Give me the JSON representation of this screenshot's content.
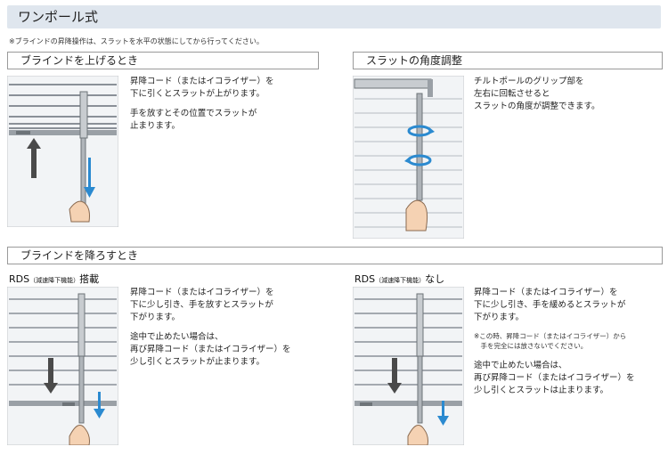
{
  "header": {
    "title": "ワンポール式"
  },
  "note": "※ブラインドの昇降操作は、スラットを水平の状態にしてから行ってください。",
  "raise": {
    "heading": "ブラインドを上げるとき",
    "lines": [
      "昇降コード（またはイコライザー）を",
      "下に引くとスラットが上がります。",
      "手を放すとその位置でスラットが",
      "止まります。"
    ]
  },
  "angle": {
    "heading": "スラットの角度調整",
    "lines": [
      "チルトポールのグリップ部を",
      "左右に回転させると",
      "スラットの角度が調整できます。"
    ]
  },
  "lower": {
    "heading": "ブラインドを降ろすとき",
    "with": {
      "sub_main_a": "RDS",
      "sub_mini": "（減速降下機能）",
      "sub_main_b": "搭載",
      "lines": [
        "昇降コード（またはイコライザー）を",
        "下に少し引き、手を放すとスラットが",
        "下がります。",
        "途中で止めたい場合は、",
        "再び昇降コード（またはイコライザー）を",
        "少し引くとスラットが止まります。"
      ]
    },
    "without": {
      "sub_main_a": "RDS",
      "sub_mini": "（減速降下機能）",
      "sub_main_b": "なし",
      "lines": [
        "昇降コード（またはイコライザー）を",
        "下に少し引き、手を緩めるとスラットが",
        "下がります。"
      ],
      "note_lines": [
        "※この時、昇降コード（またはイコライザー）から",
        "　手を完全には放さないでください。"
      ],
      "lines2": [
        "途中で止めたい場合は、",
        "再び昇降コード（またはイコライザー）を",
        "少し引くとスラットは止まります。"
      ]
    }
  },
  "colors": {
    "accent_blue": "#2b8ad0",
    "arrow_gray": "#4a4a4a",
    "title_bg": "#dfe6ee"
  }
}
